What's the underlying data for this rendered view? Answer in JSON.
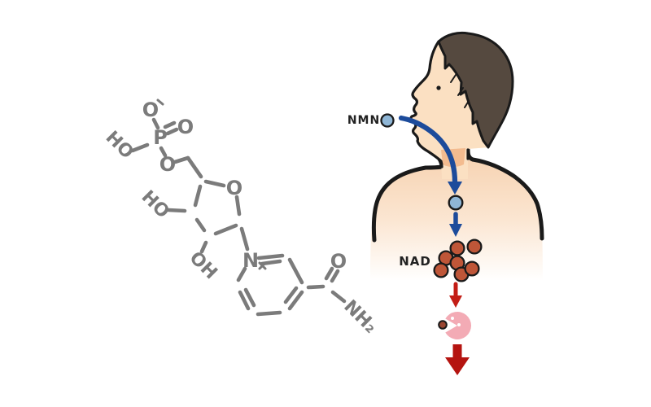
{
  "labels": {
    "nmn": "NMN",
    "nad": "NAD"
  },
  "molecule": {
    "name": "nmn-chemical-structure",
    "color": "#7b7b7b",
    "atoms": {
      "phosphate_top_o": "O",
      "phosphate_p": "P",
      "phosphate_double_o": "O",
      "phosphate_ho": "HO",
      "ester_o": "O",
      "ribose_ring_o": "O",
      "ribose_ho": "HO",
      "ribose_oh": "OH",
      "pyridinium_n": "N",
      "amide_o": "O",
      "amide_nh2": "NH₂"
    },
    "charges": {
      "phosphate_minus": "-",
      "nitrogen_plus": "+"
    }
  },
  "figure": {
    "colors": {
      "skin": "#fbe0c2",
      "torso_top": "#f6d0ad",
      "hair": "#55493f",
      "outline": "#1a1a1a",
      "throat": "#f3bb8f",
      "nmn_particle": "#8fb6d6",
      "swallow_arrow": "#1c4b9b",
      "nad_particle": "#bf5638",
      "conversion_arrow": "#c31d16",
      "cell": "#f3abb5",
      "cell_particle": "#9a4733",
      "output_arrow": "#b51410",
      "label_text": "#222222"
    },
    "flow": [
      "nmn-particle-at-mouth",
      "swallow-arrow-through-throat",
      "nmn-particle-in-body",
      "down-arrow",
      "nad-particle-cluster",
      "conversion-arrow",
      "cell-consuming-nad",
      "output-arrow"
    ]
  }
}
